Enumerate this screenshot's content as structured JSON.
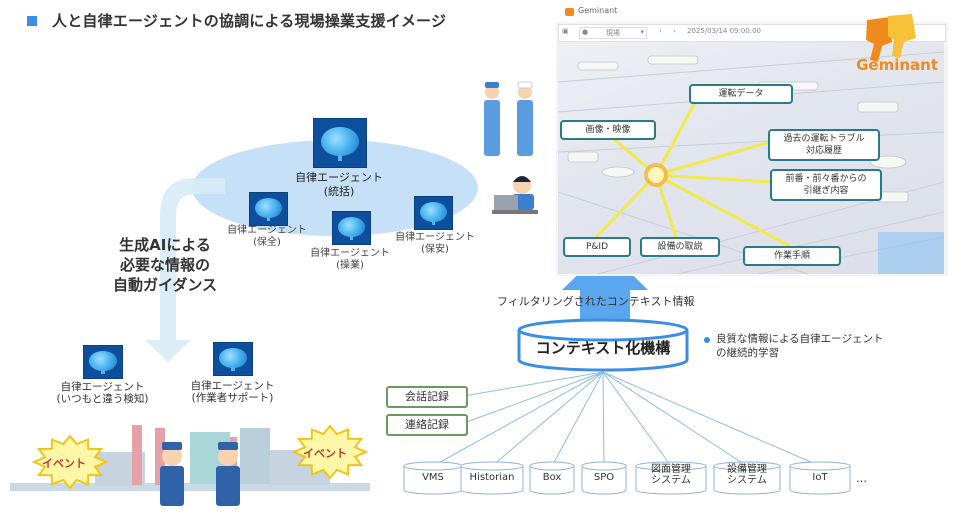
{
  "title": "人と自律エージェントの協調による現場操業支援イメージ",
  "colors": {
    "accent_blue": "#3b8ee6",
    "brain_tile": "#0d4f9c",
    "info_box_border": "#2b7a8a",
    "record_box_border": "#6a9a5f",
    "geminant_orange": "#f08a1c",
    "event_burst": "#fff7a8",
    "event_text": "#c0392b"
  },
  "agents": {
    "main": {
      "name": "自律エージェント",
      "role": "(統括)",
      "icon": "brain-icon"
    },
    "sub": [
      {
        "name": "自律エージェント",
        "role": "(保全)",
        "icon": "brain-icon"
      },
      {
        "name": "自律エージェント",
        "role": "(操業)",
        "icon": "brain-icon"
      },
      {
        "name": "自律エージェント",
        "role": "(保安)",
        "icon": "brain-icon"
      }
    ],
    "field": [
      {
        "name": "自律エージェント",
        "role": "(いつもと違う検知)",
        "icon": "brain-icon"
      },
      {
        "name": "自律エージェント",
        "role": "(作業者サポート)",
        "icon": "brain-icon"
      }
    ]
  },
  "guidance": {
    "line1": "生成AIによる",
    "line2": "必要な情報の",
    "line3": "自動ガイダンス"
  },
  "events": [
    "イベント",
    "イベント"
  ],
  "people": {
    "workers_icon": "worker-figure-icon",
    "operator_icon": "operator-at-laptop-icon",
    "field_workers_icon": "worker-with-wrench-icon",
    "plant_icon": "factory-plant-icon"
  },
  "screenshot_panel": {
    "app_name": "Geminant",
    "toolbar": {
      "dropdown_value": "現場",
      "timestamp": "2025/03/14 09:00:00"
    },
    "logo_text": "Geminant",
    "center_icon": "sunburst-hub-icon",
    "info_boxes": [
      {
        "id": "operation-data",
        "text": "運転データ"
      },
      {
        "id": "image-video",
        "text": "画像・映像"
      },
      {
        "id": "past-trouble",
        "text": "過去の運転トラブル\n対応履歴"
      },
      {
        "id": "handover",
        "text": "前番・前々番からの\n引継ぎ内容"
      },
      {
        "id": "pid",
        "text": "P&ID"
      },
      {
        "id": "equipment-manual",
        "text": "設備の取説"
      },
      {
        "id": "work-procedure",
        "text": "作業手順"
      }
    ]
  },
  "context": {
    "filtered_label": "フィルタリングされたコンテキスト情報",
    "engine_label": "コンテキスト化機構",
    "learning_bullet": "良質な情報による自律エージェント\nの継続的学習"
  },
  "records": [
    "会話記録",
    "連絡記録"
  ],
  "data_sources": [
    {
      "label": "VMS"
    },
    {
      "label": "Historian"
    },
    {
      "label": "Box"
    },
    {
      "label": "SPO"
    },
    {
      "label": "図面管理\nシステム"
    },
    {
      "label": "設備管理\nシステム"
    },
    {
      "label": "IoT"
    }
  ],
  "more_indicator": "…"
}
